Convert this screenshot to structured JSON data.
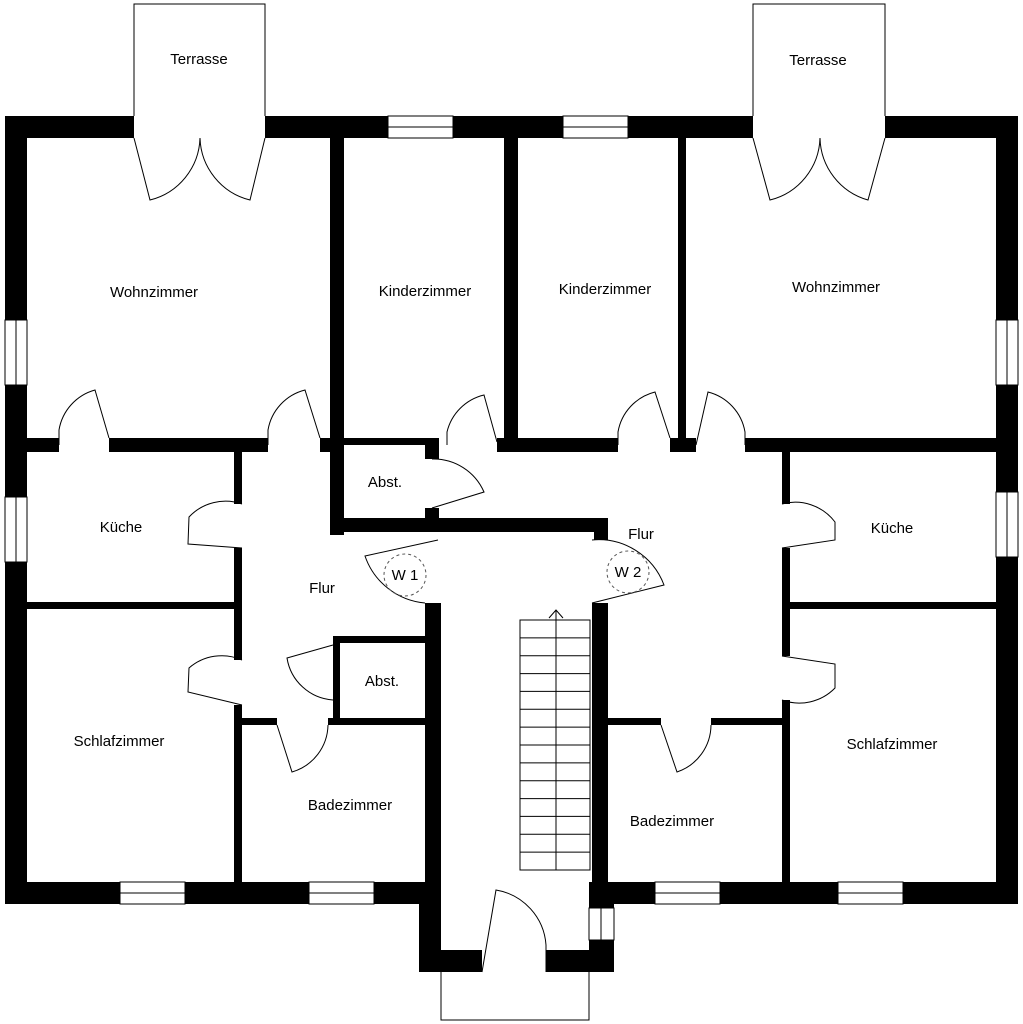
{
  "rooms": {
    "terrasse_left": "Terrasse",
    "terrasse_right": "Terrasse",
    "wohnzimmer_left": "Wohnzimmer",
    "wohnzimmer_right": "Wohnzimmer",
    "kinderzimmer_1": "Kinderzimmer",
    "kinderzimmer_2": "Kinderzimmer",
    "kueche_left": "Küche",
    "kueche_right": "Küche",
    "abst_top": "Abst.",
    "abst_left": "Abst.",
    "flur_left": "Flur",
    "flur_right": "Flur",
    "w1": "W 1",
    "w2": "W 2",
    "schlafzimmer_left": "Schlafzimmer",
    "schlafzimmer_right": "Schlafzimmer",
    "badezimmer_left": "Badezimmer",
    "badezimmer_right": "Badezimmer"
  }
}
